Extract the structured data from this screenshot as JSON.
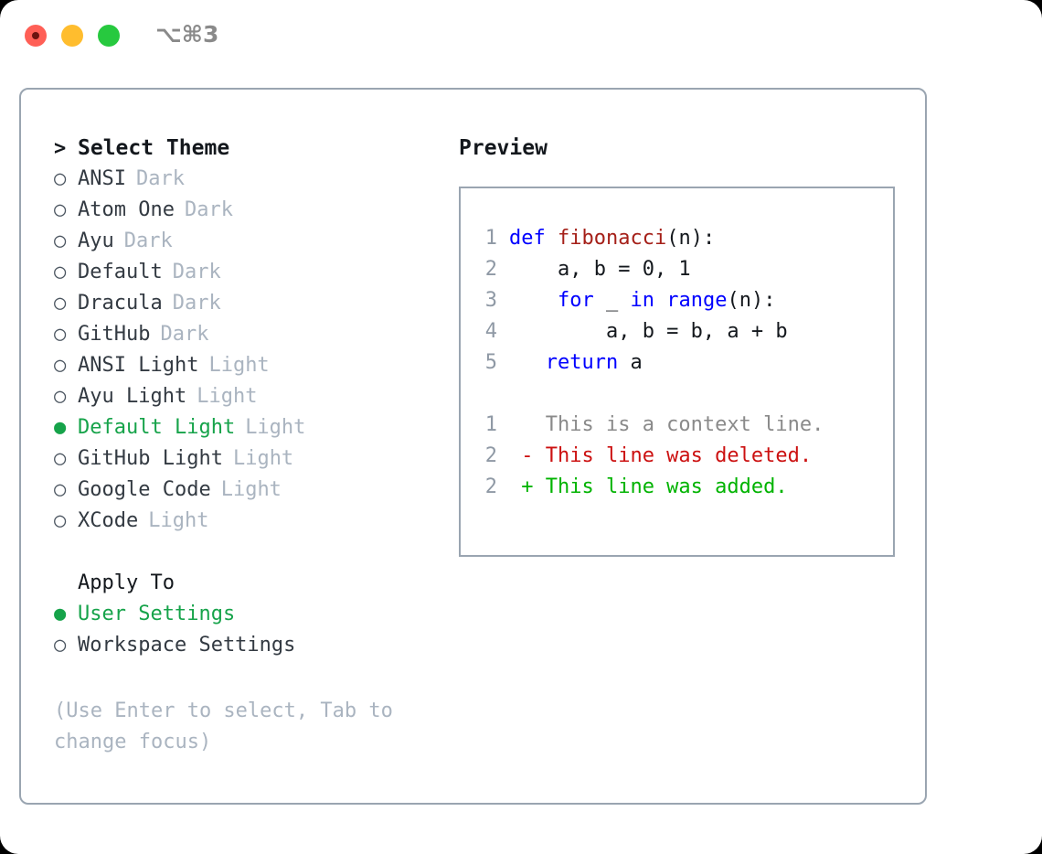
{
  "window": {
    "shortcut": "⌥⌘3",
    "traffic_lights": [
      {
        "name": "close",
        "color": "#ff5f56"
      },
      {
        "name": "minimize",
        "color": "#ffbd2e"
      },
      {
        "name": "maximize",
        "color": "#27c93f"
      }
    ]
  },
  "theme_selector": {
    "header": "Select Theme",
    "header_prefix": ">",
    "marker_selected": "●",
    "marker_unselected": "○",
    "items": [
      {
        "name": "ANSI",
        "variant": "Dark",
        "selected": false
      },
      {
        "name": "Atom One",
        "variant": "Dark",
        "selected": false
      },
      {
        "name": "Ayu",
        "variant": "Dark",
        "selected": false
      },
      {
        "name": "Default",
        "variant": "Dark",
        "selected": false
      },
      {
        "name": "Dracula",
        "variant": "Dark",
        "selected": false
      },
      {
        "name": "GitHub",
        "variant": "Dark",
        "selected": false
      },
      {
        "name": "ANSI Light",
        "variant": "Light",
        "selected": false
      },
      {
        "name": "Ayu Light",
        "variant": "Light",
        "selected": false
      },
      {
        "name": "Default Light",
        "variant": "Light",
        "selected": true
      },
      {
        "name": "GitHub Light",
        "variant": "Light",
        "selected": false
      },
      {
        "name": "Google Code",
        "variant": "Light",
        "selected": false
      },
      {
        "name": "XCode",
        "variant": "Light",
        "selected": false
      }
    ]
  },
  "apply_to": {
    "header": "Apply To",
    "items": [
      {
        "name": "User Settings",
        "selected": true
      },
      {
        "name": "Workspace Settings",
        "selected": false
      }
    ]
  },
  "hint": "(Use Enter to select, Tab to change focus)",
  "preview": {
    "title": "Preview",
    "code_lines": [
      {
        "no": "1",
        "tokens": [
          {
            "t": "def ",
            "c": "kw"
          },
          {
            "t": "fibonacci",
            "c": "fn"
          },
          {
            "t": "(n):",
            "c": "plain"
          }
        ]
      },
      {
        "no": "2",
        "tokens": [
          {
            "t": "    a, b = 0, 1",
            "c": "plain"
          }
        ]
      },
      {
        "no": "3",
        "tokens": [
          {
            "t": "    ",
            "c": "plain"
          },
          {
            "t": "for",
            "c": "kw"
          },
          {
            "t": " _ ",
            "c": "plain"
          },
          {
            "t": "in",
            "c": "kw"
          },
          {
            "t": " ",
            "c": "plain"
          },
          {
            "t": "range",
            "c": "kw"
          },
          {
            "t": "(n):",
            "c": "plain"
          }
        ]
      },
      {
        "no": "4",
        "tokens": [
          {
            "t": "        a, b = b, a + b",
            "c": "plain"
          }
        ]
      },
      {
        "no": "5",
        "tokens": [
          {
            "t": "   ",
            "c": "plain"
          },
          {
            "t": "return",
            "c": "kw"
          },
          {
            "t": " a",
            "c": "plain"
          }
        ]
      }
    ],
    "diff_lines": [
      {
        "no": "1",
        "sign": " ",
        "text": "This is a context line.",
        "kind": "context"
      },
      {
        "no": "2",
        "sign": "-",
        "text": "This line was deleted.",
        "kind": "del"
      },
      {
        "no": "2",
        "sign": "+",
        "text": "This line was added.",
        "kind": "add"
      }
    ]
  },
  "colors": {
    "accent_green": "#16a34a",
    "border": "#9aa5b1",
    "muted": "#aab4c0",
    "keyword_blue": "#0000ff",
    "function_red": "#a52019",
    "diff_add": "#00b300",
    "diff_del": "#cc1111"
  }
}
